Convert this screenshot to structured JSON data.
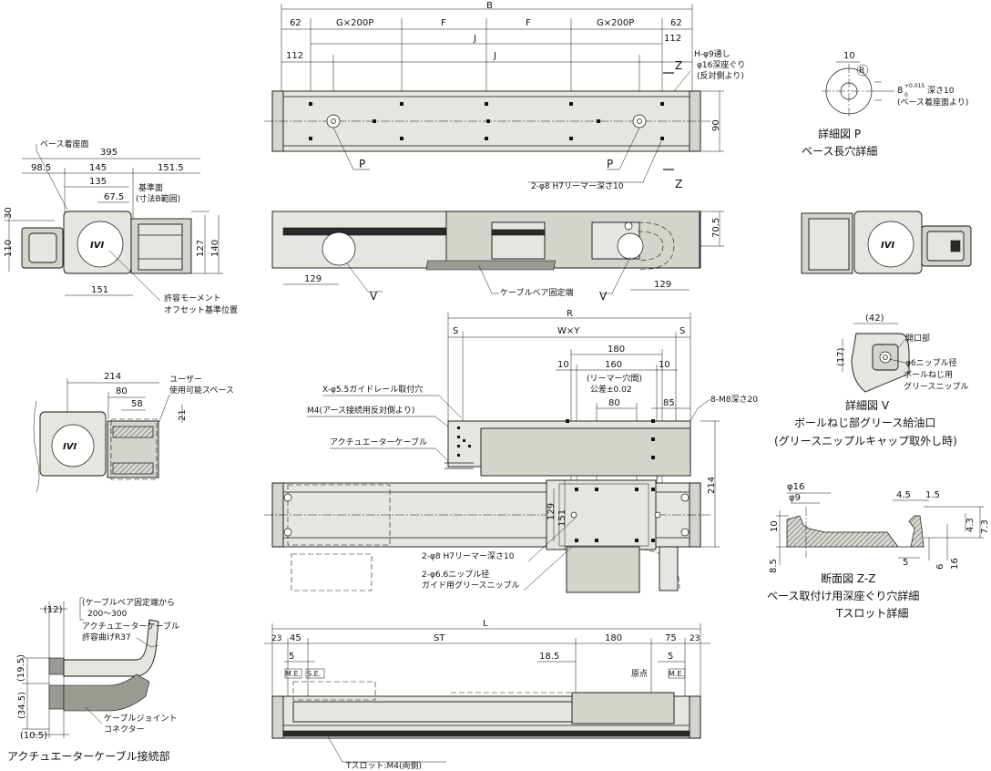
{
  "top_view": {
    "dim_B": "B",
    "dim_62_left": "62",
    "dim_G_left": "G×200P",
    "dim_F_left": "F",
    "dim_F_right": "F",
    "dim_G_right": "G×200P",
    "dim_62_right": "62",
    "dim_J_upper": "J",
    "dim_112_right": "112",
    "dim_112_left": "112",
    "dim_J_lower": "J",
    "note_holes_1": "H-φ9通し",
    "note_holes_2": "φ16深座ぐり",
    "note_holes_3": "(反対側より)",
    "dim_90": "90",
    "label_P_left": "P",
    "label_P_right": "P",
    "note_reamer": "2-φ8 H7リーマー深さ10",
    "label_Z_top": "Z",
    "label_Z_bottom": "Z"
  },
  "end_view": {
    "note_base": "ベース着座面",
    "dim_395": "395",
    "dim_98_5": "98.5",
    "dim_145": "145",
    "dim_151_5": "151.5",
    "dim_135": "135",
    "dim_67_5": "67.5",
    "note_ref_1": "基準面",
    "note_ref_2": "(寸法B範囲)",
    "dim_30": "30",
    "dim_110": "110",
    "dim_127": "127",
    "dim_140": "140",
    "dim_151": "151",
    "note_moment_1": "許容モーメント",
    "note_moment_2": "オフセット基準位置",
    "logo": "IVI"
  },
  "side_view_top": {
    "dim_70_5": "70.5",
    "dim_129_left": "129",
    "dim_129_right": "129",
    "label_V_left": "V",
    "label_V_right": "V",
    "note_cable_bear": "ケーブルベア固定端"
  },
  "user_space": {
    "dim_214": "214",
    "dim_80": "80",
    "dim_58": "58",
    "dim_21": "21",
    "note_1": "ユーザー",
    "note_2": "使用可能スペース",
    "logo": "IVI"
  },
  "detail_P": {
    "dim_10": "10",
    "label_R": "R",
    "dim_8": "8",
    "tol_8_upper": "+0.015",
    "tol_8_lower": "0",
    "note_depth": "深さ10",
    "note_base": "(ベース着座面より)",
    "title_1": "詳細図 P",
    "title_2": "ベース長穴詳細"
  },
  "detail_V": {
    "dim_42": "(42)",
    "dim_17": "(17)",
    "note_opening": "開口部",
    "note_nipple_1": "φ6ニップル径",
    "note_nipple_2": "ボールねじ用",
    "note_nipple_3": "グリースニップル",
    "title_1": "詳細図 V",
    "title_2": "ボールねじ部グリース給油口",
    "title_3": "(グリースニップルキャップ取外し時)"
  },
  "section_ZZ": {
    "dim_phi16": "φ16",
    "dim_phi9": "φ9",
    "dim_4_5": "4.5",
    "dim_1_5": "1.5",
    "dim_10": "10",
    "dim_8_5": "8.5",
    "dim_5": "5",
    "dim_6": "6",
    "dim_16": "16",
    "dim_4_3": "4.3",
    "dim_7_3": "7.3",
    "title_1": "断面図 Z-Z",
    "title_2": "ベース取付け用深座ぐり穴詳細",
    "title_3": "Tスロット詳細"
  },
  "slider_view": {
    "dim_R": "R",
    "dim_S_left": "S",
    "dim_WxY": "W×Y",
    "dim_S_right": "S",
    "dim_180": "180",
    "dim_10_left": "10",
    "dim_160": "160",
    "dim_10_right": "10",
    "note_reamer_pitch_1": "(リーマー穴間)",
    "note_reamer_pitch_2": "公差±0.02",
    "dim_80": "80",
    "dim_85": "85",
    "note_M8": "8-M8深さ20",
    "note_guide_rail": "X-φ5.5ガイドレール取付穴",
    "note_M4": "M4(アース接続用反対側より)",
    "note_cable": "アクチュエーターケーブル",
    "dim_214": "214",
    "dim_151": "151",
    "dim_129": "129",
    "note_reamer": "2-φ8 H7リーマー深さ10",
    "note_nipple_1": "2-φ6.6ニップル径",
    "note_nipple_2": "ガイド用グリースニップル"
  },
  "cable_conn": {
    "dim_12": "(12)",
    "dim_19_5": "(19.5)",
    "dim_34_5": "(34.5)",
    "dim_10_5": "(10.5)",
    "note_bear_1": "(ケーブルベア固定端から",
    "note_bear_2": "200〜300",
    "note_bend_1": "アクチュエーターケーブル",
    "note_bend_2": "許容曲げR37",
    "note_joint_1": "ケーブルジョイント",
    "note_joint_2": "コネクター",
    "title": "アクチュエーターケーブル接続部"
  },
  "bottom_view": {
    "dim_L": "L",
    "dim_23_left": "23",
    "dim_45": "45",
    "dim_ST": "ST",
    "dim_180": "180",
    "dim_75": "75",
    "dim_23_right": "23",
    "dim_5_left": "5",
    "dim_18_5": "18.5",
    "dim_5_right": "5",
    "label_ME_left": "M.E.",
    "label_SE": "S.E.",
    "label_origin": "原点",
    "label_ME_right": "M.E.",
    "note_tslot": "Tスロット:M4(両側)"
  }
}
